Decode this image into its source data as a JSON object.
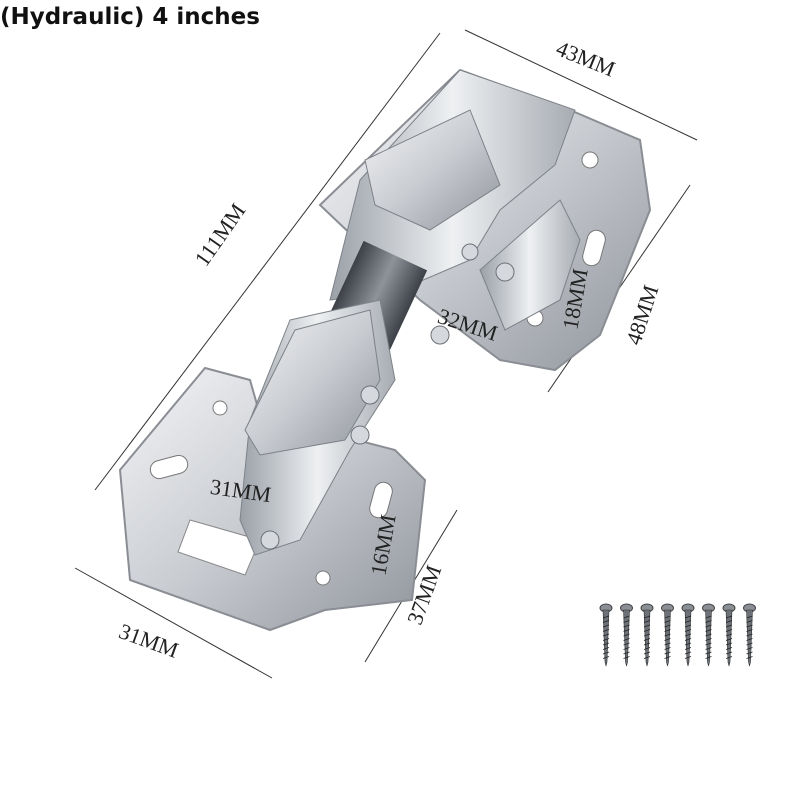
{
  "title": "(Hydraulic) 4 inches",
  "dimensions": {
    "top_width": "43MM",
    "overall_length": "111MM",
    "arm_length": "48MM",
    "arm_hole_spacing": "18MM",
    "arm_inner": "32MM",
    "plate_inner_width": "31MM",
    "plate_hole_spacing": "16MM",
    "plate_length": "37MM",
    "plate_width": "31MM"
  },
  "accessories": {
    "screw_count": 8
  }
}
